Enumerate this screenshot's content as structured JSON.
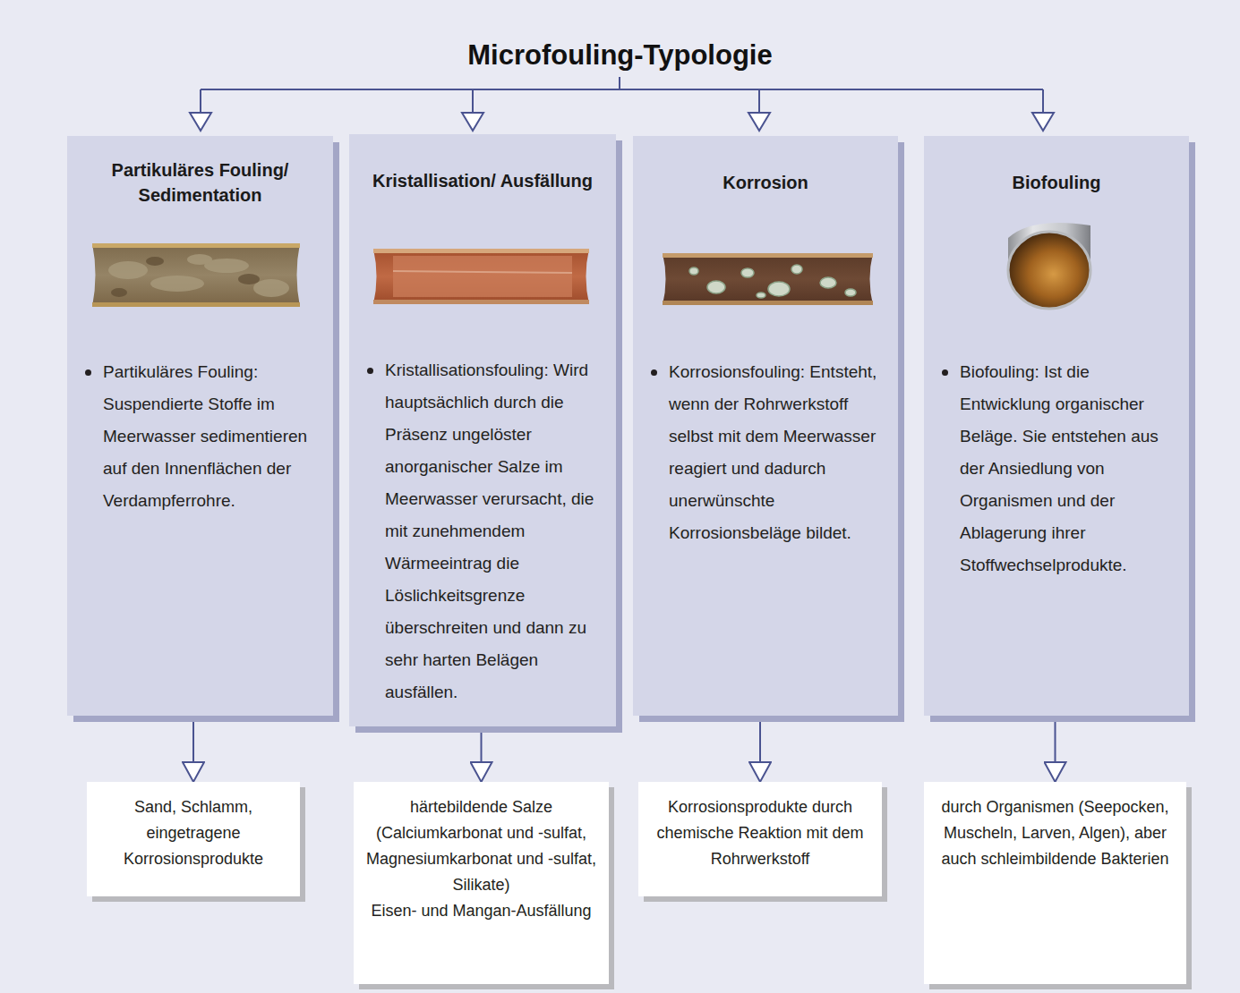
{
  "diagram": {
    "title": "Microfouling-Typologie",
    "nodes": [
      {
        "text": [
          "Partikuläres Fouling/ Sedimentation",
          "Partikuläres Fouling: Suspendierte Stoffe im Meerwasser sedimentieren auf den Innenflächen der Verdampferrohre."
        ]
      },
      {
        "text": [
          "Kristallisation/ Ausfällung",
          "Kristallisationsfouling: Wird hauptsächlich durch die Präsenz ungelöster anorganischer Salze im Meerwasser verursacht, die mit zunehmendem Wärmeeintrag die Löslichkeitsgrenze überschreiten und dann zu sehr harten Belägen ausfällen."
        ]
      },
      {
        "text": [
          "Korrosion",
          "Korrosionsfouling: Entsteht, wenn der Rohrwerkstoff selbst mit dem Meerwasser reagiert und dadurch unerwünschte Korrosionsbeläge bildet."
        ]
      },
      {
        "text": [
          "Biofouling",
          "Biofouling: Ist die Entwicklung organischer Beläge. Sie entstehen aus der Ansiedlung von Organismen und der Ablagerung ihrer Stoffwechselprodukte."
        ]
      },
      {
        "text": [
          "Sand, Schlamm, eingetragene Korrosionsprodukte"
        ]
      },
      {
        "text": [
          "härtebildende Salze (Calciumkarbonat und -sulfat, Magnesiumkarbonat und -sulfat, Silikate)",
          "Eisen- und Mangan-Ausfällung"
        ]
      },
      {
        "text": [
          "Korrosionsprodukte durch chemische Reaktion mit dem Rohrwerkstoff"
        ]
      },
      {
        "text": [
          "durch Organismen (Seepocken, Muscheln, Larven, Algen), aber auch schleimbildende Bakterien"
        ]
      }
    ],
    "edges": [
      {
        "from": 0,
        "to": 4,
        "arrow": "to"
      },
      {
        "from": 1,
        "to": 5,
        "arrow": "to"
      },
      {
        "from": 2,
        "to": 6,
        "arrow": "to"
      },
      {
        "from": 3,
        "to": 7,
        "arrow": "to"
      }
    ]
  }
}
